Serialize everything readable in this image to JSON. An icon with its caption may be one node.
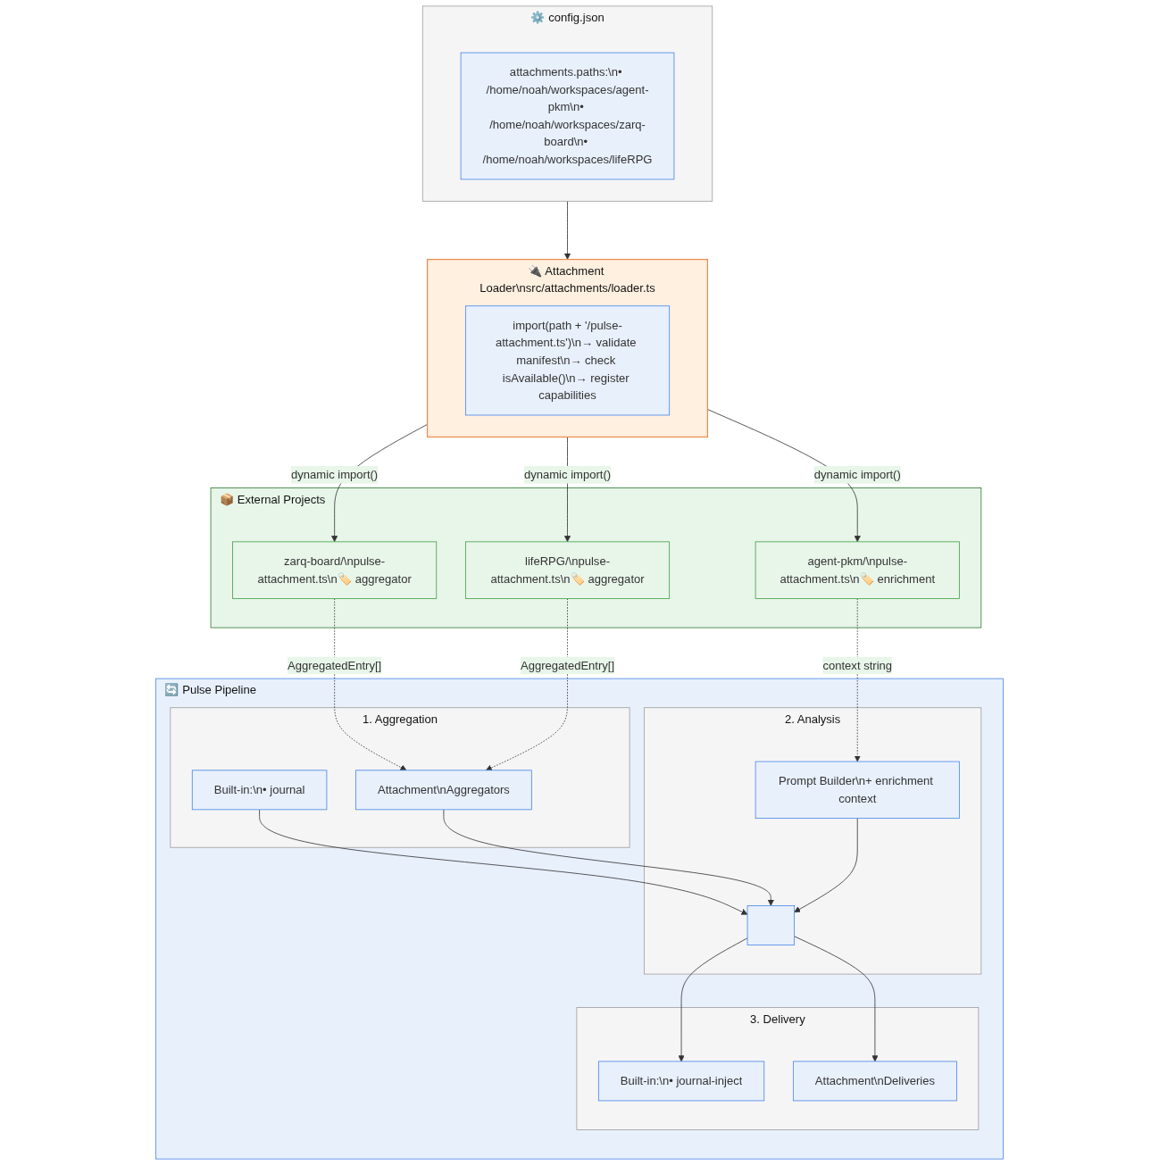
{
  "diagram": {
    "nodes": [
      {
        "text": [
          "⚙️ config.json"
        ]
      },
      {
        "text": [
          "attachments.paths:\\n• /home/noah/workspaces/agent-pkm\\n• /home/noah/workspaces/zarq-board\\n• /home/noah/workspaces/lifeRPG"
        ],
        "in": 0
      },
      {
        "text": [
          "🔌 Attachment Loader\\nsrc/attachments/loader.ts"
        ]
      },
      {
        "text": [
          "import(path + '/pulse-attachment.ts')\\n→ validate manifest\\n→ check isAvailable()\\n→ register capabilities"
        ],
        "in": 2
      },
      {
        "text": [
          "📦 External Projects"
        ]
      },
      {
        "text": [
          "zarq-board/\\npulse-attachment.ts\\n🏷️ aggregator"
        ],
        "in": 4
      },
      {
        "text": [
          "lifeRPG/\\npulse-attachment.ts\\n🏷️ aggregator"
        ],
        "in": 4
      },
      {
        "text": [
          "agent-pkm/\\npulse-attachment.ts\\n🏷️ enrichment"
        ],
        "in": 4
      },
      {
        "text": [
          "🔄 Pulse Pipeline"
        ]
      },
      {
        "text": [
          "1. Aggregation"
        ],
        "in": 8
      },
      {
        "text": [
          "Built-in:\\n• journal"
        ],
        "in": 9
      },
      {
        "text": [
          "Attachment\\nAggregators"
        ],
        "in": 9
      },
      {
        "text": [
          "2. Analysis"
        ],
        "in": 8
      },
      {
        "text": [
          "Prompt Builder\\n+ enrichment context"
        ],
        "in": 12
      },
      {
        "text": [],
        "shape": "box",
        "in": 12
      },
      {
        "text": [
          "3. Delivery"
        ],
        "in": 8
      },
      {
        "text": [
          "Built-in:\\n• journal-inject"
        ],
        "in": 15
      },
      {
        "text": [
          "Attachment\\nDeliveries"
        ],
        "in": 15
      }
    ],
    "edges": [
      {
        "from": 0,
        "to": 2,
        "arrow": "to"
      },
      {
        "from": 2,
        "to": 5,
        "arrow": "to",
        "label": "dynamic import()"
      },
      {
        "from": 2,
        "to": 6,
        "arrow": "to",
        "label": "dynamic import()"
      },
      {
        "from": 2,
        "to": 7,
        "arrow": "to",
        "label": "dynamic import()"
      },
      {
        "from": 5,
        "to": 11,
        "arrow": "to",
        "label": "AggregatedEntry[]",
        "style": "dashed"
      },
      {
        "from": 6,
        "to": 11,
        "arrow": "to",
        "label": "AggregatedEntry[]",
        "style": "dashed"
      },
      {
        "from": 7,
        "to": 13,
        "arrow": "to",
        "label": "context string",
        "style": "dashed"
      },
      {
        "from": 10,
        "to": 14,
        "arrow": "to"
      },
      {
        "from": 11,
        "to": 14,
        "arrow": "to"
      },
      {
        "from": 13,
        "to": 14,
        "arrow": "to"
      },
      {
        "from": 14,
        "to": 16,
        "arrow": "to"
      },
      {
        "from": 14,
        "to": 17,
        "arrow": "to"
      }
    ]
  }
}
